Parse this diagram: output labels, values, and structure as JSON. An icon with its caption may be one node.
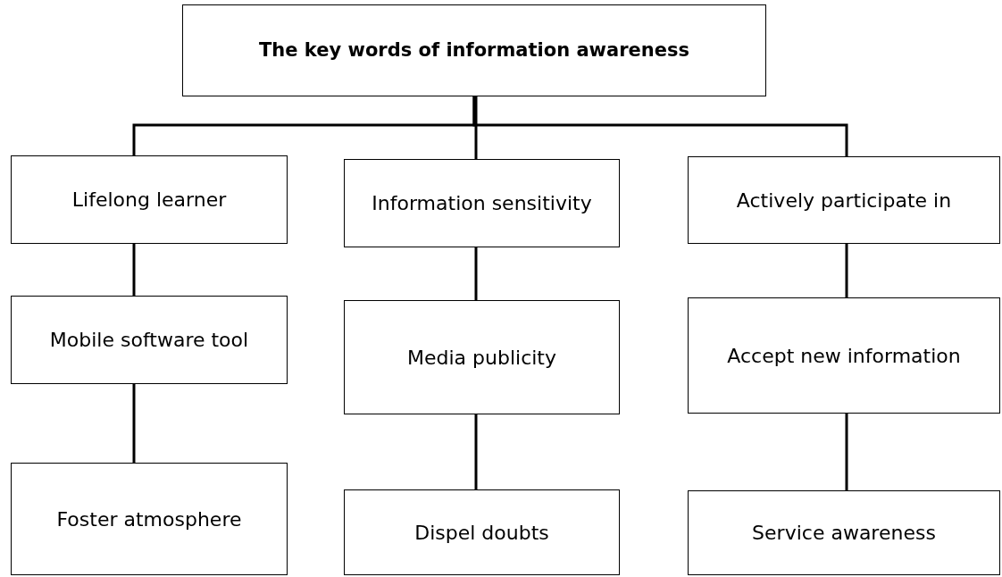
{
  "diagram": {
    "nodes": [
      {
        "text": [
          "The key words of information awareness"
        ]
      },
      {
        "text": [
          "Lifelong learner"
        ]
      },
      {
        "text": [
          "Information sensitivity"
        ]
      },
      {
        "text": [
          "Actively participate in"
        ]
      },
      {
        "text": [
          "Mobile software tool"
        ]
      },
      {
        "text": [
          "Media publicity"
        ]
      },
      {
        "text": [
          "Accept new information"
        ]
      },
      {
        "text": [
          "Foster atmosphere"
        ]
      },
      {
        "text": [
          "Dispel doubts"
        ]
      },
      {
        "text": [
          "Service awareness"
        ]
      }
    ],
    "edges": [
      {
        "from": 0,
        "to": 1,
        "arrow": "none"
      },
      {
        "from": 0,
        "to": 2,
        "arrow": "none"
      },
      {
        "from": 0,
        "to": 3,
        "arrow": "none"
      },
      {
        "from": 1,
        "to": 4,
        "arrow": "none"
      },
      {
        "from": 4,
        "to": 7,
        "arrow": "none"
      },
      {
        "from": 2,
        "to": 5,
        "arrow": "none"
      },
      {
        "from": 5,
        "to": 8,
        "arrow": "none"
      },
      {
        "from": 3,
        "to": 6,
        "arrow": "none"
      },
      {
        "from": 6,
        "to": 9,
        "arrow": "none"
      }
    ]
  }
}
